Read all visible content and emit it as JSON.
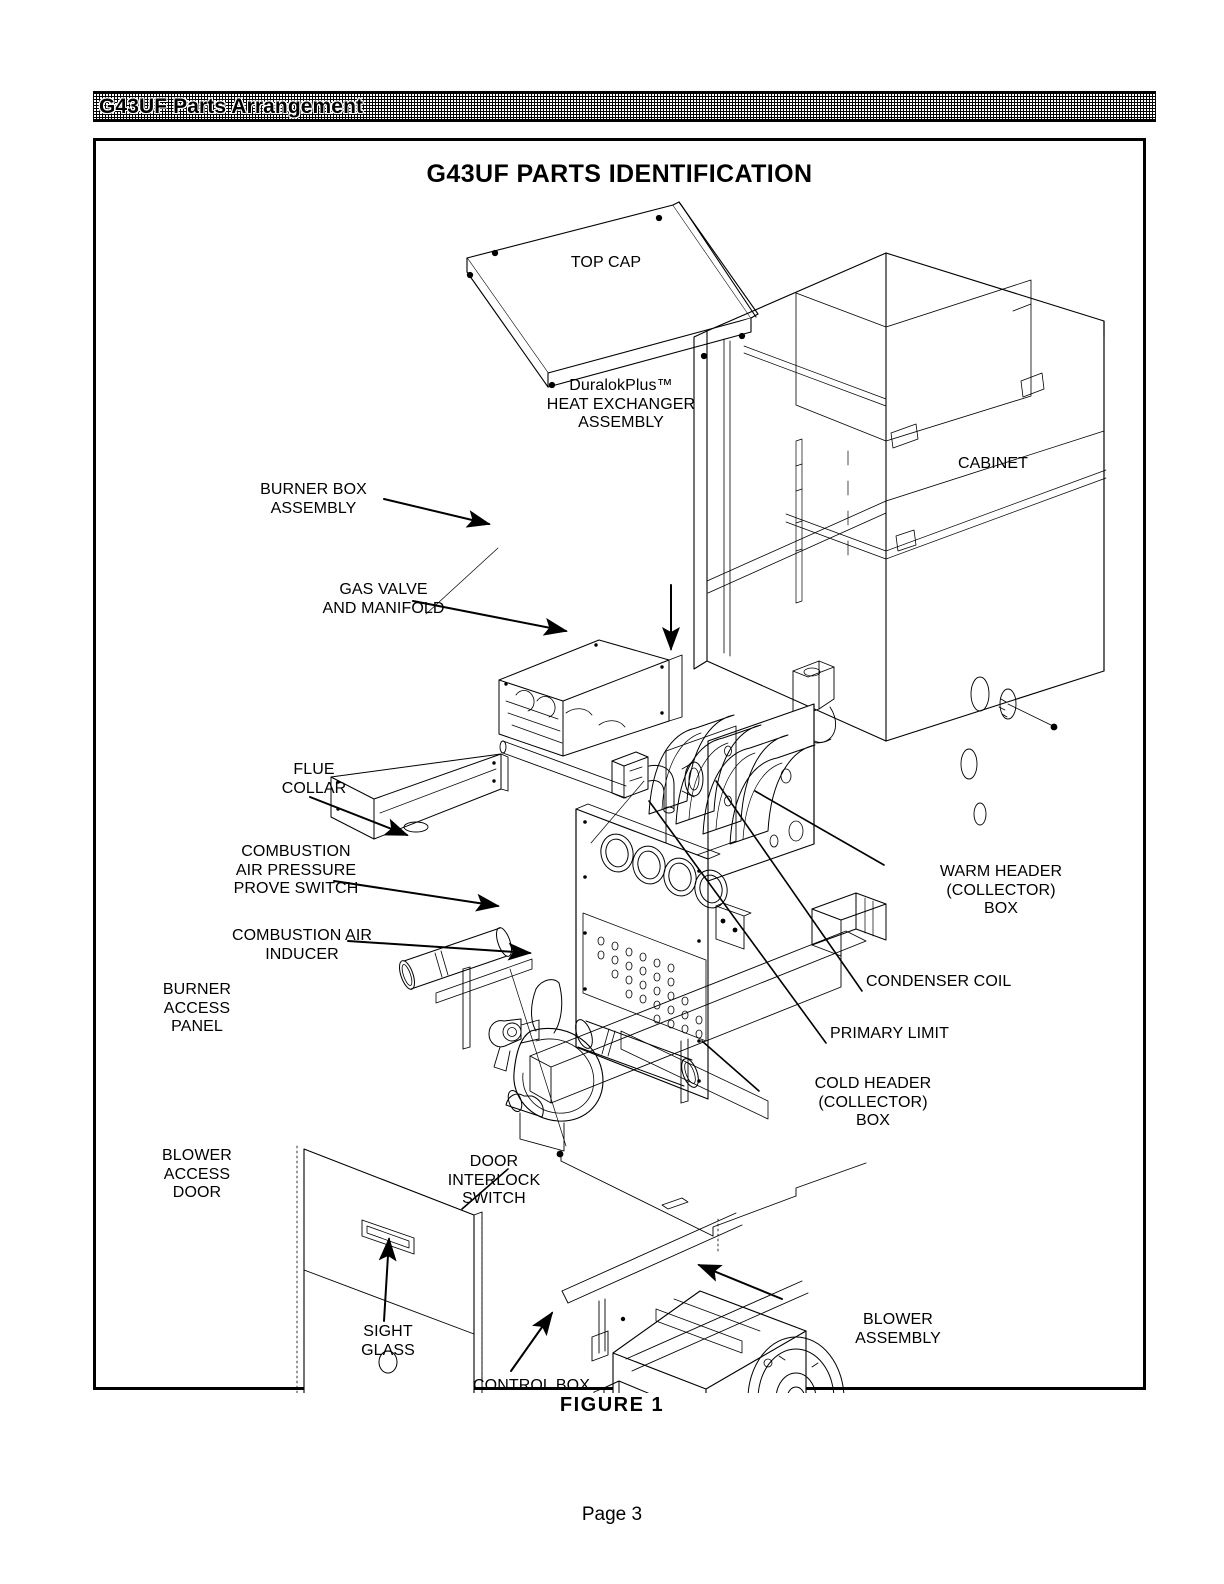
{
  "document": {
    "section_header": "G43UF Parts Arrangement",
    "figure_title": "G43UF PARTS IDENTIFICATION",
    "figure_caption": "FIGURE  1",
    "page_footer": "Page 3"
  },
  "callouts": {
    "top_cap": "TOP CAP",
    "heat_exchanger": "DuralokPlus™\nHEAT EXCHANGER\nASSEMBLY",
    "cabinet": "CABINET",
    "burner_box": "BURNER BOX\nASSEMBLY",
    "gas_valve": "GAS VALVE\nAND MANIFOLD",
    "flue_collar": "FLUE\nCOLLAR",
    "pressure_switch": "COMBUSTION\nAIR PRESSURE\nPROVE SWITCH",
    "air_inducer": "COMBUSTION AIR\nINDUCER",
    "warm_header": "WARM HEADER\n(COLLECTOR)\nBOX",
    "condenser_coil": "CONDENSER COIL",
    "primary_limit": "PRIMARY LIMIT",
    "cold_header": "COLD HEADER\n(COLLECTOR)\nBOX",
    "burner_access_panel": "BURNER\nACCESS\nPANEL",
    "blower_access_door": "BLOWER\nACCESS\nDOOR",
    "sight_glass": "SIGHT\nGLASS",
    "door_interlock": "DOOR\nINTERLOCK\nSWITCH",
    "control_box": "CONTROL BOX",
    "blower_assembly": "BLOWER\nASSEMBLY"
  },
  "colors": {
    "ink": "#000000",
    "paper": "#ffffff"
  }
}
